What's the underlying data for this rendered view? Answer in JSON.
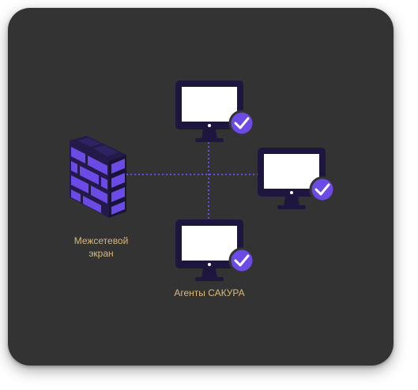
{
  "firewall": {
    "label_line1": "Межсетевой",
    "label_line2": "экран",
    "icon": "brick-wall-icon"
  },
  "agents": {
    "label": "Агенты САКУРА",
    "count": 3,
    "icon": "monitor-icon",
    "status_icon": "check-badge-icon"
  },
  "colors": {
    "background": "#333333",
    "label": "#d9b87a",
    "brick_purple": "#6b4ae6",
    "brick_dark": "#241a4a",
    "monitor_dark": "#1f1640",
    "monitor_screen": "#ffffff",
    "check_badge": "#6b4ae6",
    "connector": "#6b4ae6"
  }
}
